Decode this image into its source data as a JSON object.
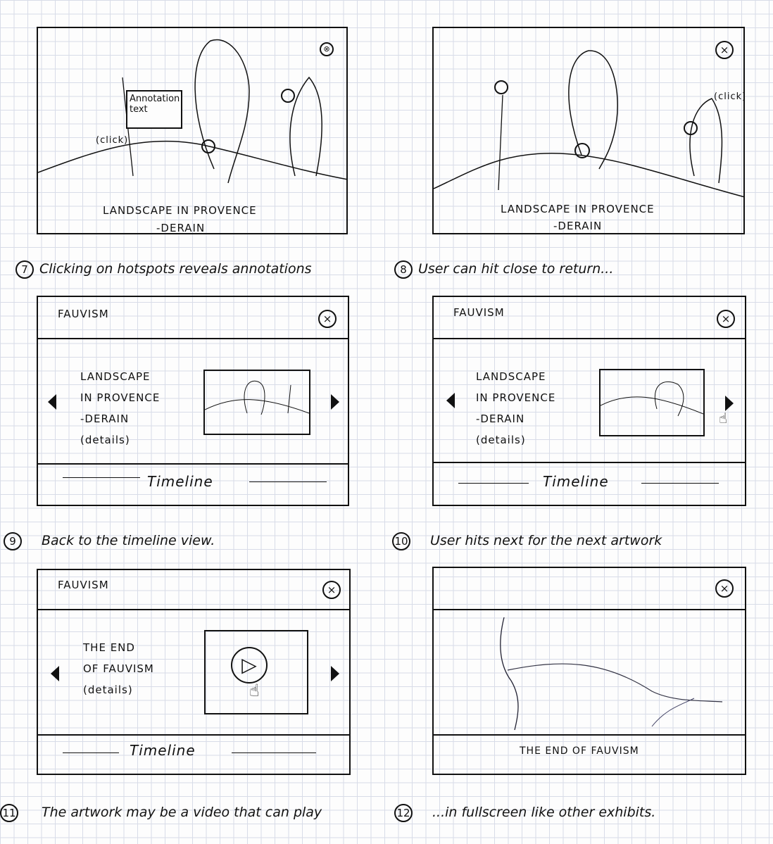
{
  "captions": [
    {
      "num": "7",
      "text": "Clicking on hotspots reveals annotations"
    },
    {
      "num": "8",
      "text": "User can hit close to return..."
    },
    {
      "num": "9",
      "text": "Back to the timeline view."
    },
    {
      "num": "10",
      "text": "User hits next for the next artwork"
    },
    {
      "num": "11",
      "text": "The artwork may be a video that can play"
    },
    {
      "num": "12",
      "text": "...in fullscreen like other exhibits."
    }
  ],
  "panel1": {
    "annotation": "Annotation text",
    "click": "(click)",
    "title": "LANDSCAPE IN PROVENCE",
    "artist": "-DERAIN",
    "close": "⊗"
  },
  "panel2": {
    "click": "(click)",
    "title": "LANDSCAPE IN PROVENCE",
    "artist": "-DERAIN",
    "close": "×"
  },
  "panel3": {
    "header": "FAUVISM",
    "close": "×",
    "details": [
      "LANDSCAPE",
      "IN PROVENCE",
      "-DERAIN",
      "(details)"
    ],
    "timeline": "Timeline"
  },
  "panel4": {
    "header": "FAUVISM",
    "close": "×",
    "details": [
      "LANDSCAPE",
      "IN PROVENCE",
      "-DERAIN",
      "(details)"
    ],
    "timeline": "Timeline"
  },
  "panel5": {
    "header": "FAUVISM",
    "close": "×",
    "details": [
      "THE END",
      "OF FAUVISM",
      "(details)"
    ],
    "timeline": "Timeline",
    "play": "▷"
  },
  "panel6": {
    "close": "×",
    "title": "THE END OF FAUVISM"
  }
}
